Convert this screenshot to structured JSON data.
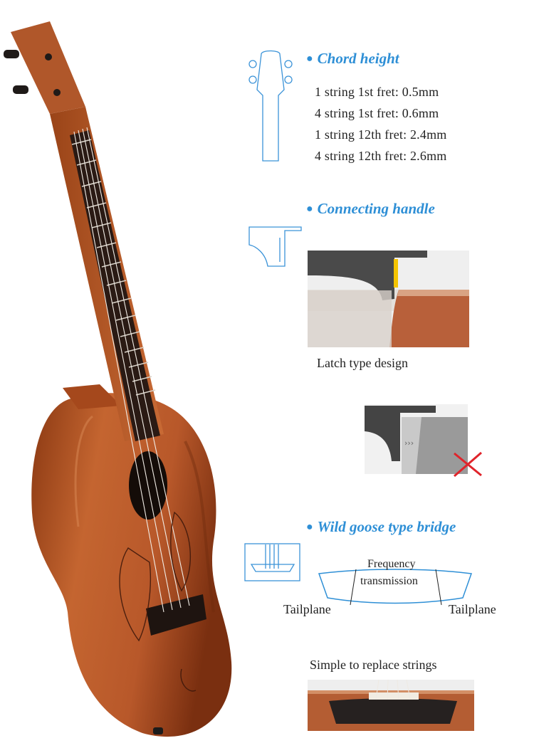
{
  "sections": {
    "chord_height": {
      "title": "Chord height",
      "specs": [
        "1 string 1st fret: 0.5mm",
        "4 string 1st fret: 0.6mm",
        "1 string 12th fret: 2.4mm",
        "4 string 12th fret: 2.6mm"
      ]
    },
    "connecting_handle": {
      "title": "Connecting handle",
      "caption": "Latch type design"
    },
    "bridge": {
      "title": "Wild goose type bridge",
      "labels": {
        "frequency_line1": "Frequency",
        "frequency_line2": "transmission",
        "tailplane_left": "Tailplane",
        "tailplane_right": "Tailplane"
      },
      "caption": "Simple to replace strings"
    }
  },
  "colors": {
    "accent": "#2e8fd6",
    "wood": "#b5562a",
    "wrong_mark": "#e0242b"
  },
  "icons": {
    "headstock": "headstock-outline-icon",
    "neck_joint": "neck-joint-outline-icon",
    "bridge": "bridge-outline-icon",
    "wrong": "red-cross-icon"
  }
}
